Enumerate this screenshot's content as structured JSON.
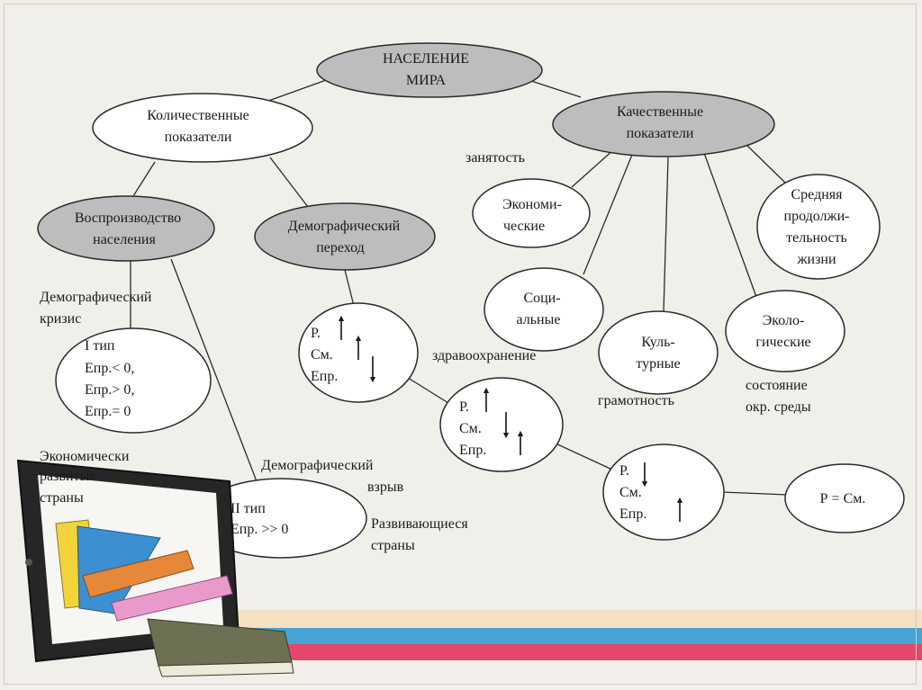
{
  "nodes": {
    "root": [
      "НАСЕЛЕНИЕ",
      "МИРА"
    ],
    "quant": [
      "Количественные",
      "показатели"
    ],
    "qual": [
      "Качественные",
      "показатели"
    ],
    "reprod": [
      "Воспроизводство",
      "населения"
    ],
    "demtrans": [
      "Демографический",
      "переход"
    ],
    "type1": [
      "I тип",
      "Епр.< 0,",
      "Епр.> 0,",
      "Епр.= 0"
    ],
    "type2": [
      "II тип",
      "Епр. >> 0"
    ],
    "stage1": [
      "Р.",
      "См.",
      "Епр."
    ],
    "stage2": [
      "Р.",
      "См.",
      "Епр."
    ],
    "stage3": [
      "Р.",
      "См.",
      "Епр."
    ],
    "final": [
      "Р = См."
    ],
    "econ": [
      "Экономи-",
      "ческие"
    ],
    "social": [
      "Соци-",
      "альные"
    ],
    "cult": [
      "Куль-",
      "турные"
    ],
    "eco": [
      "Эколо-",
      "гические"
    ],
    "life": [
      "Средняя",
      "продолжи-",
      "тельность",
      "жизни"
    ]
  },
  "labels": {
    "employment": "занятость",
    "health": "здравоохранение",
    "literacy": "грамотность",
    "env": [
      "состояние",
      "окр. среды"
    ],
    "crisis": [
      "Демографический",
      "кризис"
    ],
    "developed": [
      "Экономически",
      "развитые",
      "страны"
    ],
    "boom": [
      "Демографический",
      "взрыв"
    ],
    "developing": [
      "Развивающиеся",
      "страны"
    ]
  },
  "colors": {
    "ellipse_gray": "#bdbdbd",
    "ellipse_white": "#ffffff",
    "stroke": "#2a2a2a",
    "band_blue": "#46a3d6",
    "band_red": "#e4476b",
    "band_beige": "#f5e1c2",
    "tablet": "#262626",
    "book_yellow": "#f2d43a",
    "book_blue": "#3c8fd1",
    "book_orange": "#e7873a",
    "book_pink": "#e99acb",
    "book_olive": "#6d7052"
  },
  "icons": [
    "tablet-icon",
    "books-icon",
    "arrow-up-icon",
    "arrow-down-icon"
  ]
}
